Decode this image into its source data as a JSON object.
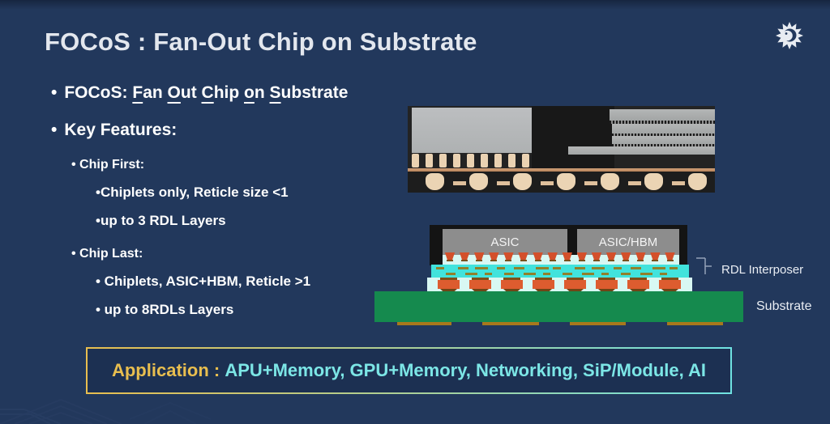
{
  "colors": {
    "background": "#22385c",
    "title_text": "#e3e7ee",
    "body_text": "#ffffff",
    "accent_gold": "#e8be4f",
    "accent_cyan": "#7ce6e6",
    "substrate_green": "#158a4e",
    "rdl_cyan": "#41e3dc",
    "bump_orange": "#dd5c2f",
    "die_gray": "#8d8d8d"
  },
  "header": {
    "title": "FOCoS : Fan-Out Chip on Substrate",
    "logo": "starburst-face-logo"
  },
  "bullets": {
    "glyph": "•",
    "focos_line": {
      "segments": [
        {
          "text": "FOCoS: ",
          "underline": false
        },
        {
          "text": "F",
          "underline": true
        },
        {
          "text": "an ",
          "underline": false
        },
        {
          "text": "O",
          "underline": true
        },
        {
          "text": "ut ",
          "underline": false
        },
        {
          "text": "C",
          "underline": true
        },
        {
          "text": "hip ",
          "underline": false
        },
        {
          "text": "o",
          "underline": true
        },
        {
          "text": "n ",
          "underline": false
        },
        {
          "text": "S",
          "underline": true
        },
        {
          "text": "ubstrate",
          "underline": false
        }
      ]
    },
    "key_features_label": "Key Features:",
    "groups": [
      {
        "label": "• Chip First:",
        "items": [
          "•Chiplets only, Reticle size <1",
          "•up to 3 RDL Layers"
        ]
      },
      {
        "label": "• Chip Last:",
        "items": [
          "• Chiplets, ASIC+HBM, Reticle >1",
          "• up to 8RDLs Layers"
        ]
      }
    ]
  },
  "diagram": {
    "die_left_label": "ASIC",
    "die_right_label": "ASIC/HBM",
    "rdl_label": "RDL Interposer",
    "substrate_label": "Substrate"
  },
  "application": {
    "label": "Application : ",
    "value": "APU+Memory, GPU+Memory, Networking, SiP/Module, AI"
  }
}
